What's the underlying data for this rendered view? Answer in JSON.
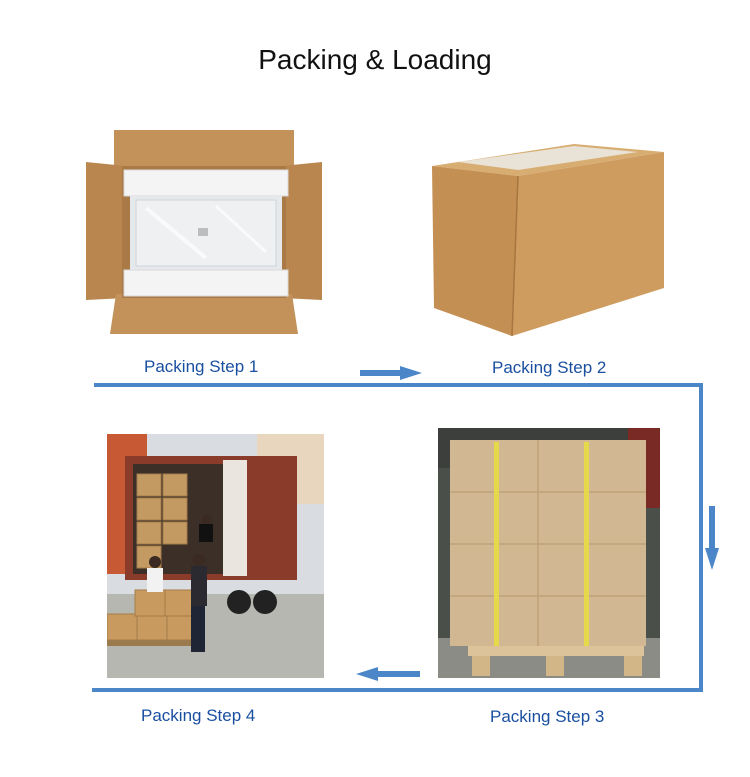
{
  "title": "Packing & Loading",
  "steps": [
    {
      "label": "Packing Step 1",
      "image": "open-carton-with-foam-photo"
    },
    {
      "label": "Packing Step 2",
      "image": "sealed-carton-photo"
    },
    {
      "label": "Packing Step 3",
      "image": "wrapped-pallet-photo"
    },
    {
      "label": "Packing Step 4",
      "image": "container-loading-photo"
    }
  ],
  "colors": {
    "accent": "#4a86c8",
    "label": "#1a4fa0",
    "cardboard": "#c89a5f"
  }
}
